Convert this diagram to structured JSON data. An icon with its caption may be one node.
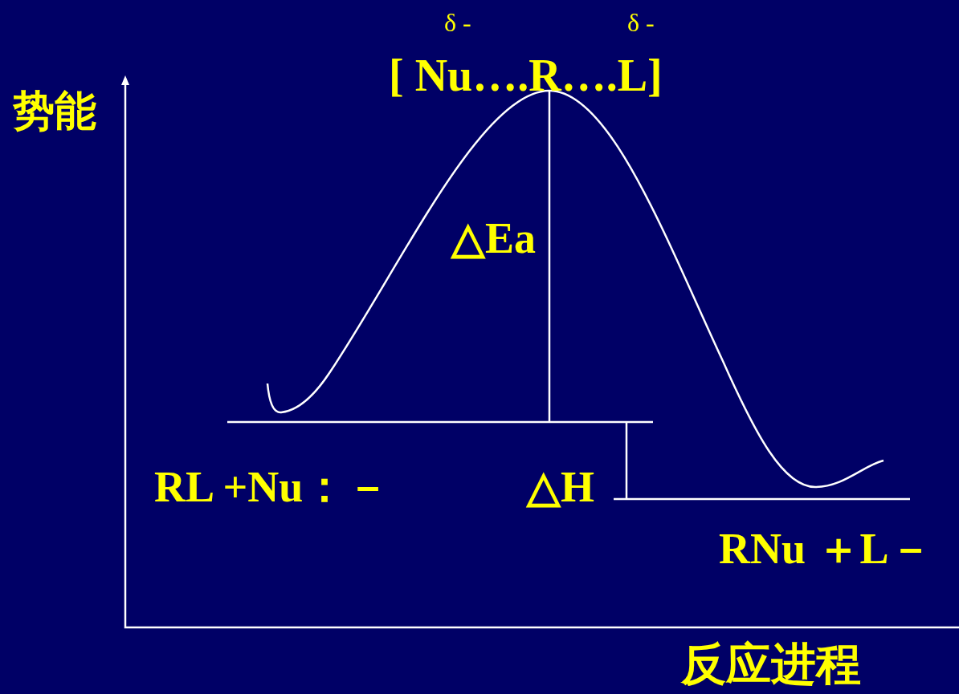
{
  "diagram": {
    "labels": [
      "δ -",
      "δ -",
      "[ Nu….R….L]",
      "势能",
      "△Ea",
      "RL +Nu：－",
      "△H",
      "RNu ＋L－",
      "反应进程"
    ]
  }
}
